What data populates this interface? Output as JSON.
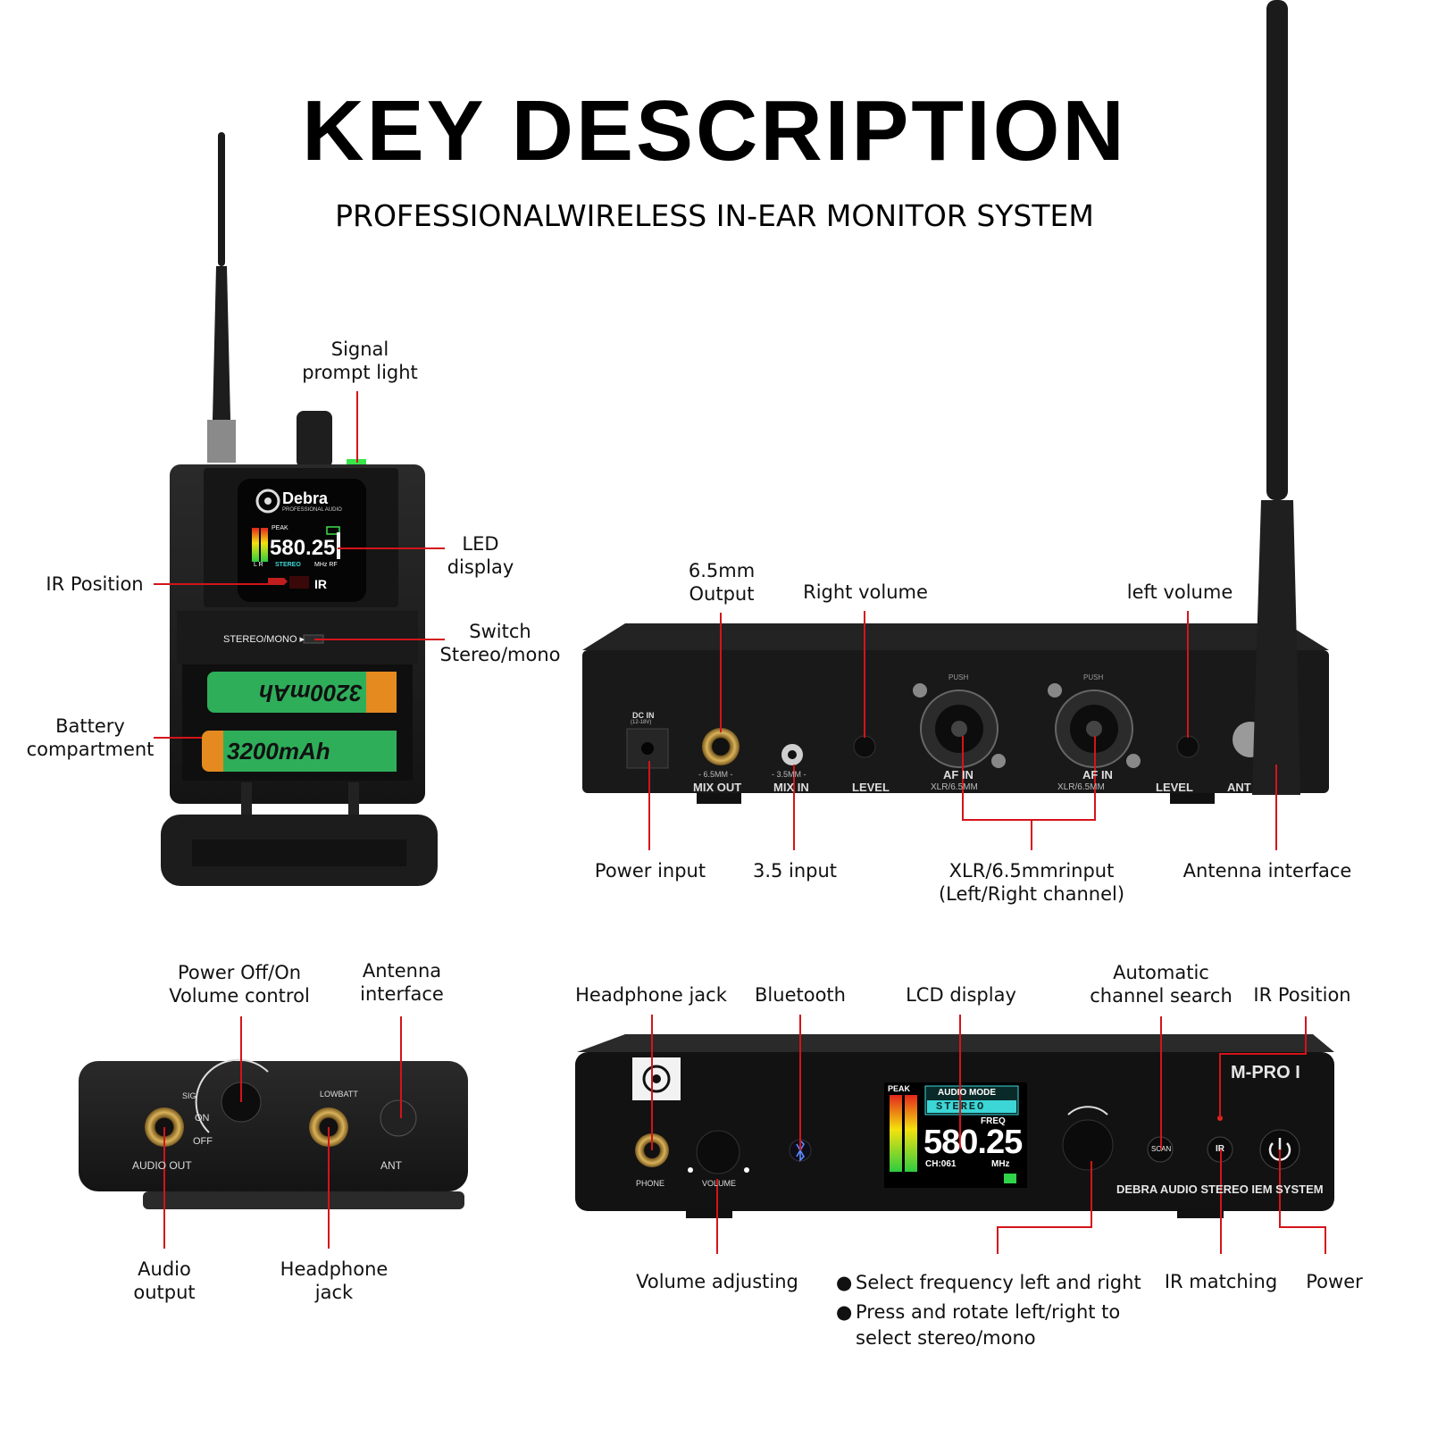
{
  "header": {
    "title": "KEY DESCRIPTION",
    "subtitle": "PROFESSIONALWIRELESS IN-EAR MONITOR SYSTEM"
  },
  "receiver_front": {
    "labels": {
      "signal_light": [
        "Signal",
        "prompt light"
      ],
      "led_display": [
        "LED",
        "display"
      ],
      "ir_position": "IR Position",
      "switch": [
        "Switch",
        "Stereo/mono"
      ],
      "battery": [
        "Battery",
        "compartment"
      ]
    },
    "device_text": {
      "brand": "Debra",
      "brand_sub": "PROFESSIONAL AUDIO",
      "peak": "PEAK",
      "freq": "580.25",
      "lr": "L R",
      "stereo": "STEREO",
      "mhz_rf": "MHz RF",
      "ir": "IR",
      "switch_label": "STEREO/MONO ▸",
      "battery_top": "3200mAh",
      "battery_bottom": "3200mAh"
    }
  },
  "transmitter_rear": {
    "labels": {
      "output_65": [
        "6.5mm",
        "Output"
      ],
      "right_volume": "Right volume",
      "left_volume": "left volume",
      "power_input": "Power input",
      "input_35": "3.5 input",
      "xlr_input": [
        "XLR/6.5mmrinput",
        "(Left/Right channel)"
      ],
      "antenna_interface": "Antenna interface"
    },
    "device_text": {
      "dc_in": "DC IN",
      "dc_range": "(12-18V)",
      "mix_out_size": "- 6.5MM -",
      "mix_out": "MIX OUT",
      "mix_in_size": "- 3.5MM -",
      "mix_in": "MIX IN",
      "r_level": "LEVEL",
      "r_af_in": "AF IN",
      "xlr_sub": "XLR/6.5MM",
      "l_af_in": "AF IN",
      "l_level": "LEVEL",
      "ant": "ANT",
      "push": "PUSH"
    }
  },
  "receiver_top": {
    "labels": {
      "power_volume": [
        "Power Off/On",
        "Volume control"
      ],
      "antenna_interface": [
        "Antenna",
        "interface"
      ],
      "audio_output": [
        "Audio",
        "output"
      ],
      "headphone_jack": [
        "Headphone",
        "jack"
      ]
    },
    "device_text": {
      "sig": "SIG",
      "on": "ON",
      "off": "OFF",
      "lowbatt": "LOWBATT",
      "audio_out": "AUDIO OUT",
      "ant": "ANT"
    }
  },
  "transmitter_front": {
    "labels": {
      "headphone_jack": "Headphone jack",
      "bluetooth": "Bluetooth",
      "lcd_display": "LCD display",
      "auto_search": [
        "Automatic",
        "channel search"
      ],
      "ir_position": "IR Position",
      "volume_adjusting": "Volume adjusting",
      "ir_matching": "IR matching",
      "power": "Power",
      "bullets": [
        "Select frequency left and right",
        "Press and rotate left/right to",
        "select stereo/mono"
      ]
    },
    "device_text": {
      "model": "M-PRO I",
      "phone": "PHONE",
      "volume": "VOLUME",
      "peak": "PEAK",
      "audio_mode": "AUDIO MODE",
      "stereo": "STEREO",
      "freq_label": "FREQ",
      "freq": "580.25",
      "channel": "CH:061",
      "mhz": "MHz",
      "scan": "SCAN",
      "ir": "IR",
      "system": "DEBRA AUDIO STEREO IEM SYSTEM"
    }
  },
  "colors": {
    "callout_line": "#d4141a",
    "device_body": "#1c1c1c",
    "gold": "#c9a24a",
    "battery_green": "#2fae5a",
    "battery_orange": "#e58a1f"
  }
}
